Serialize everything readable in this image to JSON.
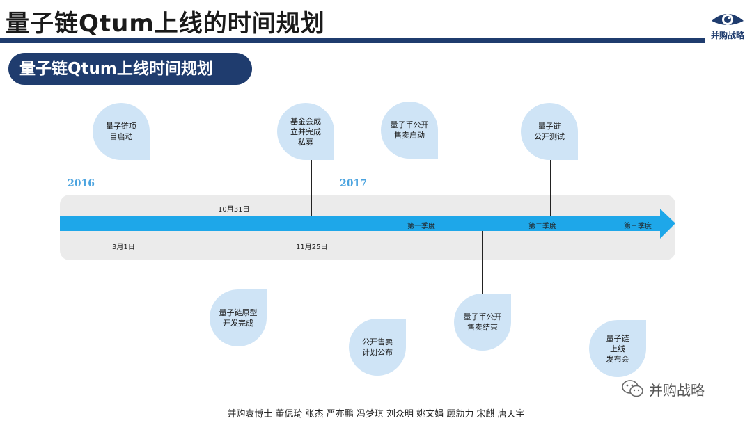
{
  "header": {
    "title": "量子链Qtum上线的时间规划",
    "logo_text": "并购战略"
  },
  "section": {
    "label": "量子链Qtum上线时间规划"
  },
  "timeline": {
    "years": [
      "2016",
      "2017"
    ],
    "dates": [
      "3月1日",
      "10月31日",
      "11月25日"
    ],
    "quarters": [
      "第一季度",
      "第二季度",
      "第三季度"
    ],
    "events": [
      "量子链项\n目启动",
      "量子链原型\n开发完成",
      "基金会成\n立并完成\n私募",
      "公开售卖\n计划公布",
      "量子币公开\n售卖启动",
      "量子币公开\n售卖结束",
      "量子链\n公开测试",
      "量子链\n上线\n发布会"
    ]
  },
  "footer": {
    "authors": "并购袁博士 董偲琦 张杰 严亦鹏 冯梦琪 刘众明 姚文娟 顾勍力 宋麒 唐天宇"
  },
  "watermark": {
    "text": "并购战略"
  },
  "colors": {
    "navy": "#1f3c6e",
    "arrow": "#1ea7e9",
    "bubble": "#cfe4f6",
    "year": "#4aa3df",
    "band": "#ebebeb"
  }
}
